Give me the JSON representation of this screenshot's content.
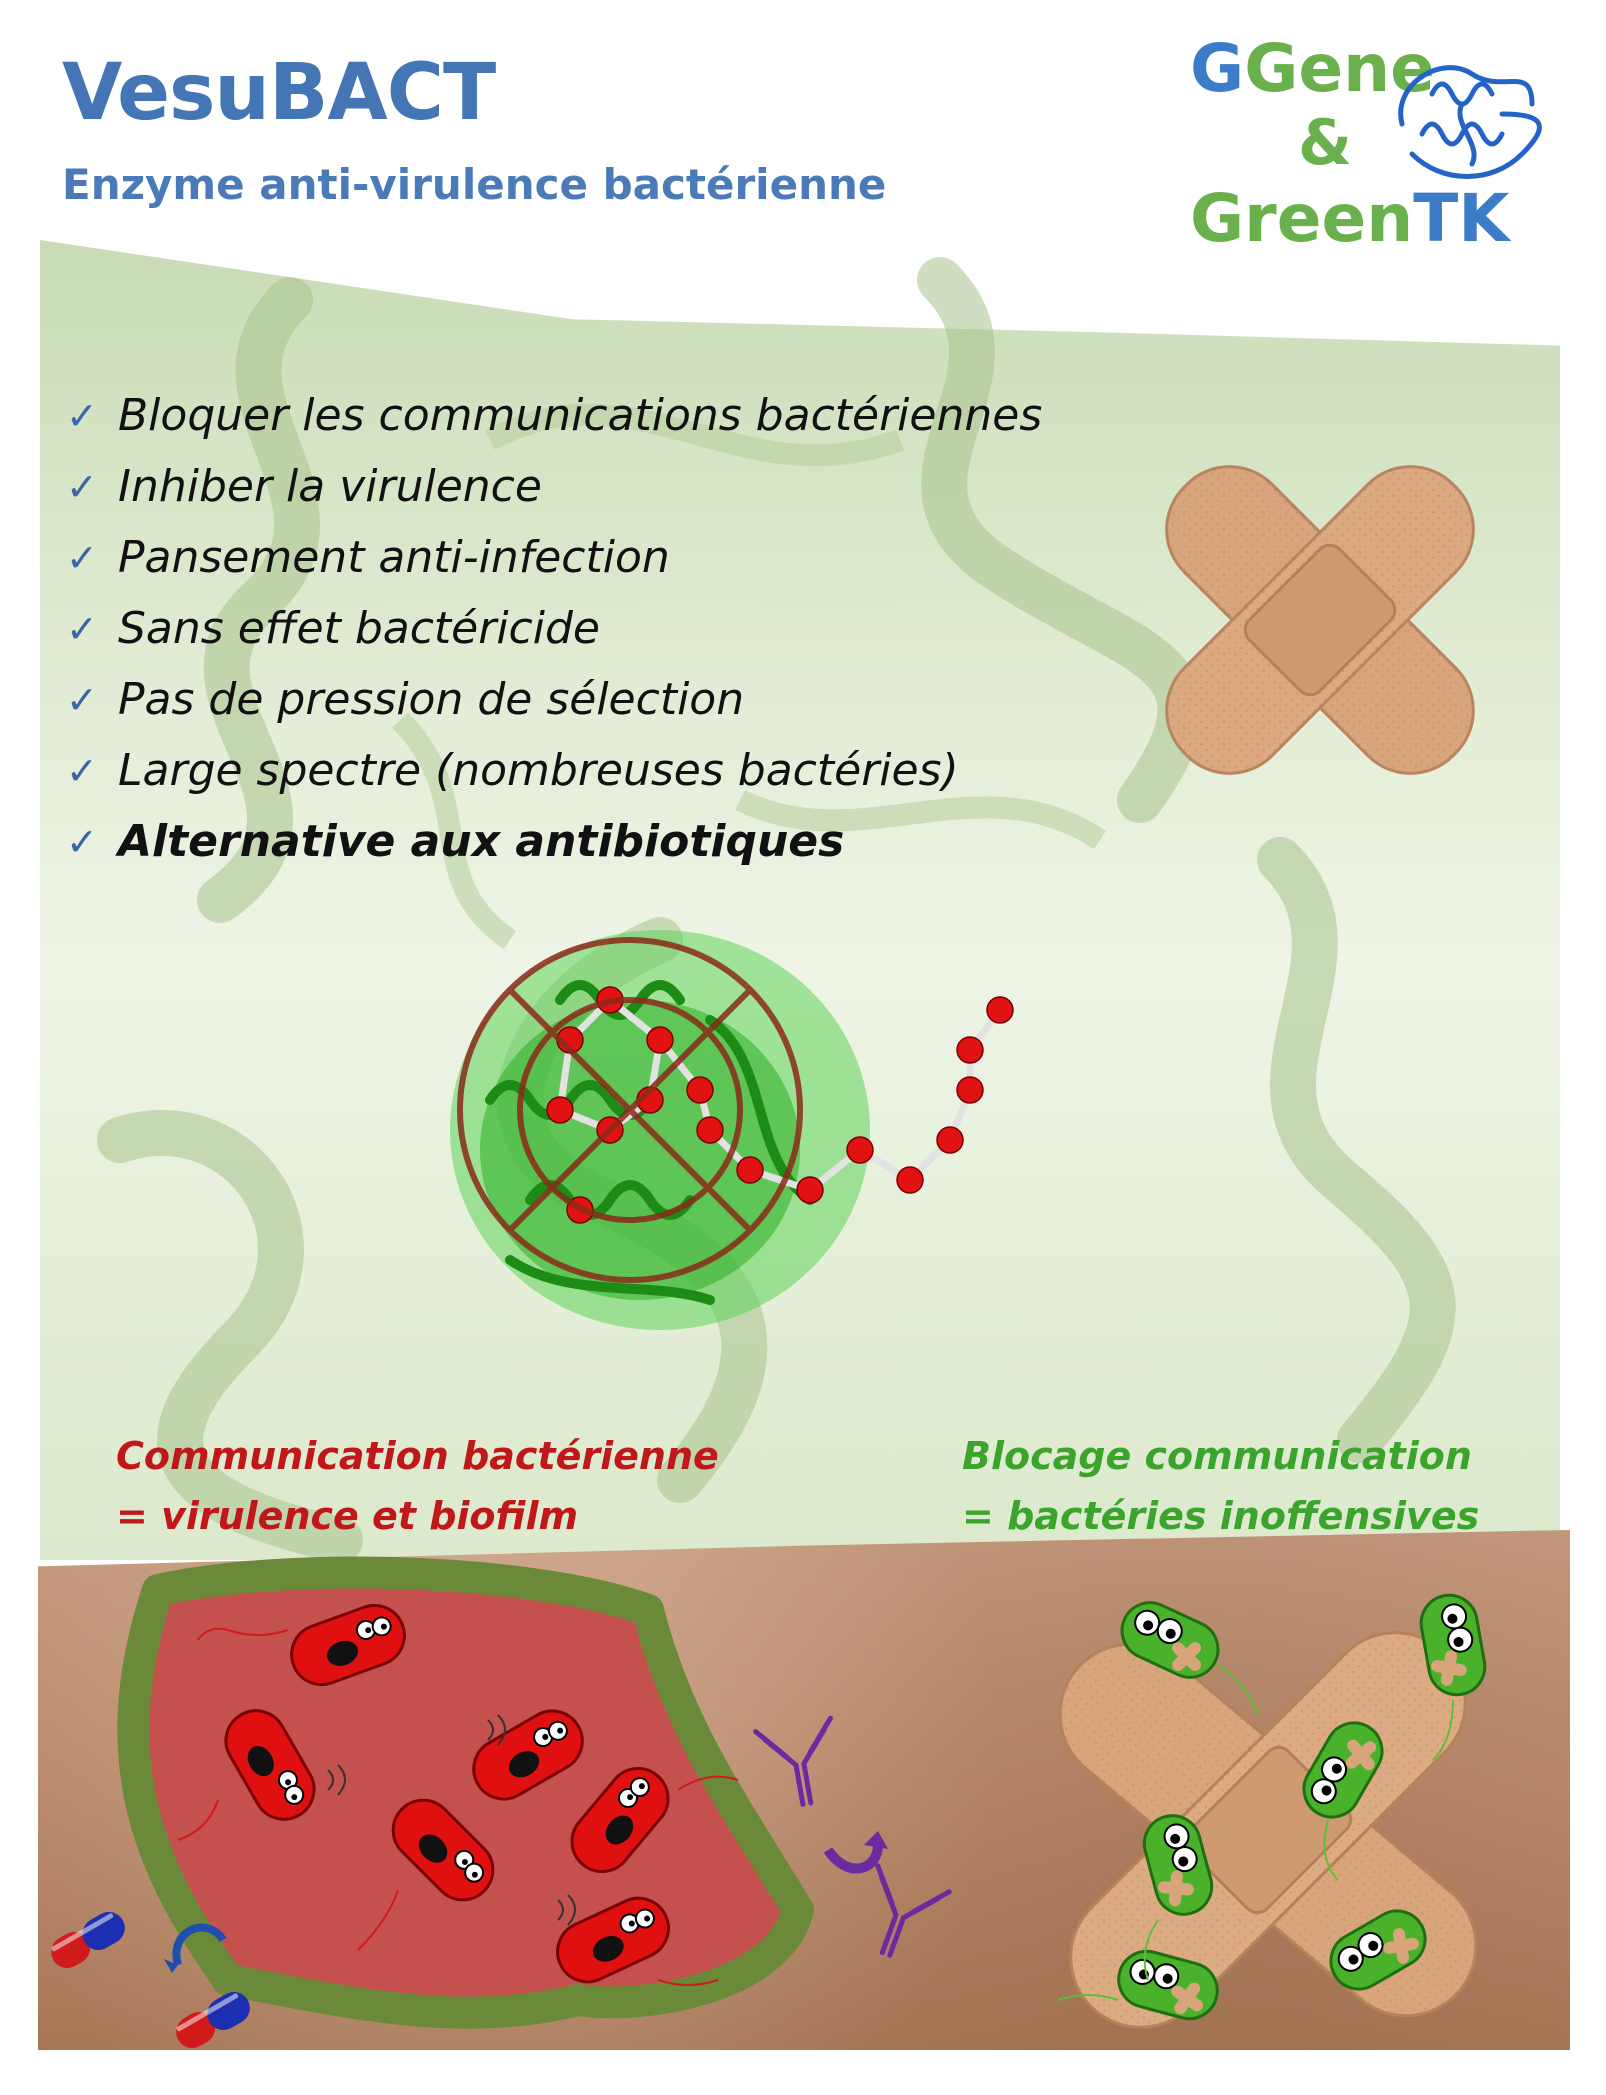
{
  "header": {
    "title": "VesuBACT",
    "subtitle": "Enzyme anti-virulence bactérienne"
  },
  "logo": {
    "line1": "Gene",
    "line2": "&",
    "line3_part1": "Green",
    "line3_part2": "TK",
    "color_blue": "#3d7cc8",
    "color_green": "#6ab04c"
  },
  "benefits": [
    {
      "text": "Bloquer les communications bactériennes"
    },
    {
      "text": "Inhiber la virulence"
    },
    {
      "text": "Pansement anti-infection"
    },
    {
      "text": "Sans effet bactéricide"
    },
    {
      "text": "Pas de pression de sélection"
    },
    {
      "text": "Large spectre (nombreuses bactéries)"
    },
    {
      "text": "Alternative aux antibiotiques"
    }
  ],
  "captions": {
    "left_line1": "Communication bactérienne",
    "left_line2": "= virulence et biofilm",
    "right_line1": "Blocage communication",
    "right_line2": "= bactéries inoffensives"
  },
  "colors": {
    "title_blue": "#4475b4",
    "check_blue": "#3a66a8",
    "virulent_red": "#c0171a",
    "harmless_green": "#3aa52a",
    "biofilm_green": "#6a8a3a",
    "plaster_tan": "#d8a47c"
  },
  "icons": [
    "check-icon",
    "bandage-icon",
    "enzyme-protein-icon",
    "molecule-chain-icon",
    "antibody-icon",
    "pill-capsule-icon",
    "bacterium-icon"
  ]
}
